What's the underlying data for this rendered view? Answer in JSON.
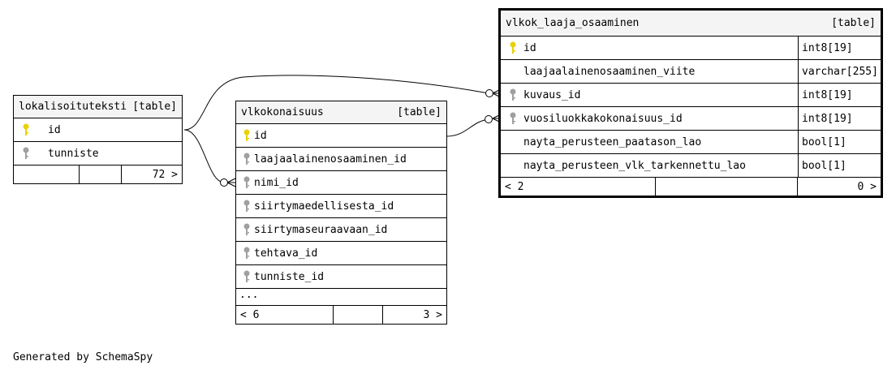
{
  "tables": {
    "lokalisoituteksti": {
      "name": "lokalisoituteksti",
      "kind": "[table]",
      "columns": [
        {
          "name": "id",
          "key": "primary"
        },
        {
          "name": "tunniste",
          "key": "index"
        }
      ],
      "footer": {
        "left": "",
        "middle": "",
        "right": "72 >"
      }
    },
    "vlkokonaisuus": {
      "name": "vlkokonaisuus",
      "kind": "[table]",
      "columns": [
        {
          "name": "id",
          "key": "primary"
        },
        {
          "name": "laajaalainenosaaminen_id",
          "key": "index"
        },
        {
          "name": "nimi_id",
          "key": "index"
        },
        {
          "name": "siirtymaedellisesta_id",
          "key": "index"
        },
        {
          "name": "siirtymaseuraavaan_id",
          "key": "index"
        },
        {
          "name": "tehtava_id",
          "key": "index"
        },
        {
          "name": "tunniste_id",
          "key": "index"
        }
      ],
      "more": "...",
      "footer": {
        "left": "< 6",
        "middle": "",
        "right": "3 >"
      }
    },
    "vlkok_laaja_osaaminen": {
      "name": "vlkok_laaja_osaaminen",
      "kind": "[table]",
      "columns": [
        {
          "name": "id",
          "type": "int8[19]",
          "key": "primary"
        },
        {
          "name": "laajaalainenosaaminen_viite",
          "type": "varchar[255]",
          "key": "none"
        },
        {
          "name": "kuvaus_id",
          "type": "int8[19]",
          "key": "index"
        },
        {
          "name": "vuosiluokkakokonaisuus_id",
          "type": "int8[19]",
          "key": "index"
        },
        {
          "name": "nayta_perusteen_paatason_lao",
          "type": "bool[1]",
          "key": "none"
        },
        {
          "name": "nayta_perusteen_vlk_tarkennettu_lao",
          "type": "bool[1]",
          "key": "none"
        }
      ],
      "footer": {
        "left": "< 2",
        "middle": "",
        "right": "0 >"
      }
    }
  },
  "credit": "Generated by SchemaSpy",
  "colors": {
    "primary_key": "#e8d200",
    "index_key": "#a0a0a0",
    "header_bg": "#f4f4f4"
  }
}
